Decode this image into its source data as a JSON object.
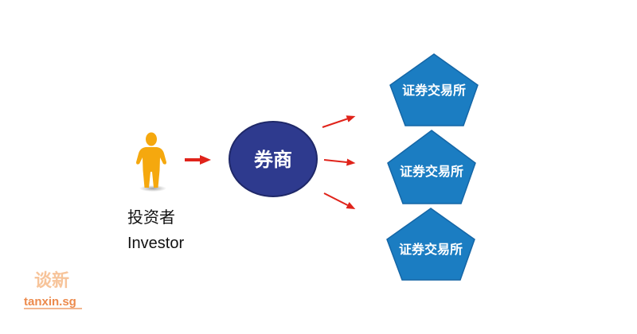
{
  "investor": {
    "label_cn": "投资者",
    "label_en": "Investor"
  },
  "broker": {
    "label": "券商"
  },
  "exchanges": [
    {
      "label": "证券交易所"
    },
    {
      "label": "证券交易所"
    },
    {
      "label": "证券交易所"
    }
  ],
  "watermark": {
    "brand_cn": "谈新",
    "brand_url": "tanxin.sg"
  },
  "colors": {
    "person": "#f5a80e",
    "arrow": "#e0231a",
    "broker_fill": "#2e3a8e",
    "broker_stroke": "#1f2868",
    "exchange_fill": "#1b7dc2",
    "exchange_stroke": "#1566a6",
    "watermark_cn": "#f7c49a",
    "watermark_url": "#ec8a4c"
  }
}
